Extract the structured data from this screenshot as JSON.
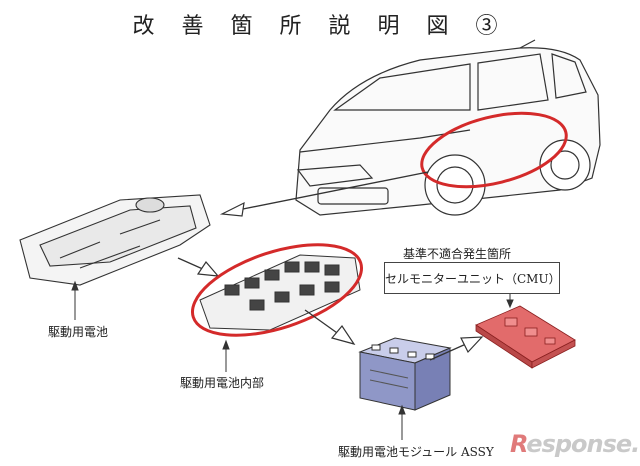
{
  "title": "改 善 箇 所 説 明 図 ③",
  "labels": {
    "battery": "駆動用電池",
    "battery_inside": "駆動用電池内部",
    "module": "駆動用電池モジュール ASSY",
    "location": "基準不適合発生箇所",
    "cmu": "セルモニターユニット（CMU）"
  },
  "watermark": {
    "prefix": "R",
    "text": "esponse."
  },
  "colors": {
    "highlight": "#d42a2a",
    "cmu_board": "#e26b6b",
    "module_body": "#8f97c7",
    "line": "#333333"
  }
}
